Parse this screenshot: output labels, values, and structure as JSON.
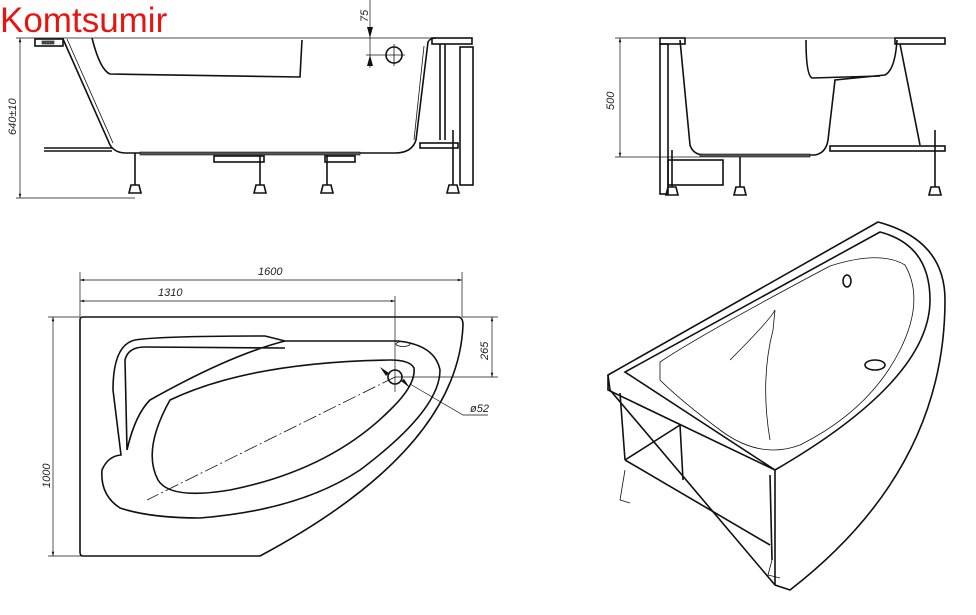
{
  "brand": {
    "text": "Komtsumir",
    "color": "#e8140f"
  },
  "side_view_front": {
    "height_dim": "640±10",
    "overflow_dim": "75"
  },
  "side_view_end": {
    "height_dim": "500"
  },
  "plan_view": {
    "length_dim": "1600",
    "drain_offset_dim": "1310",
    "width_dim": "1000",
    "overflow_offset_dim": "265",
    "drain_diameter_dim": "ø52"
  }
}
